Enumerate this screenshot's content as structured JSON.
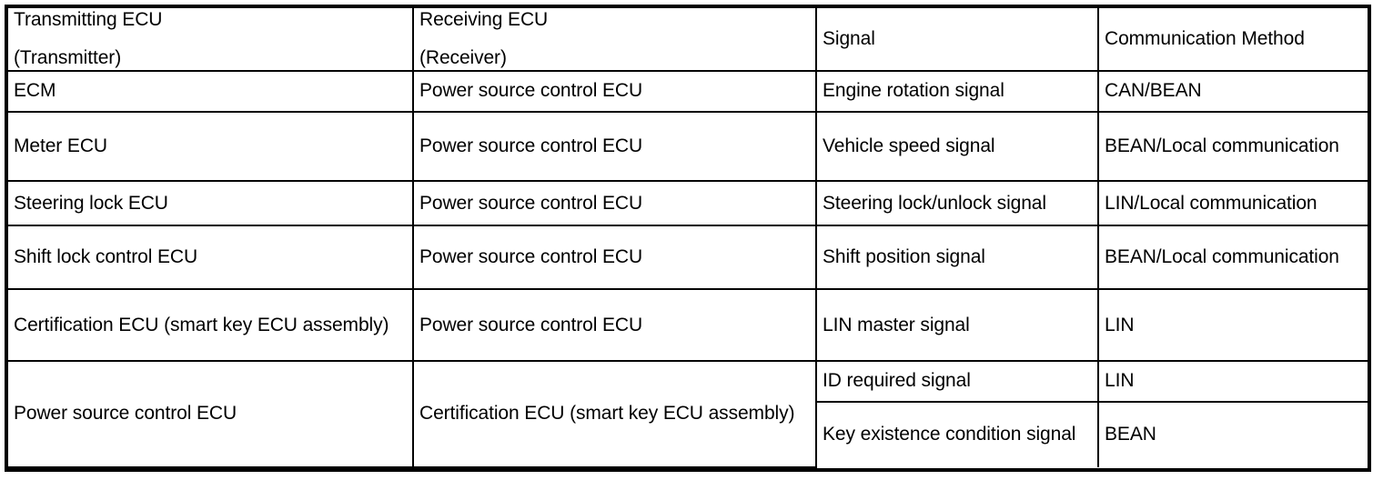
{
  "table": {
    "columns": [
      {
        "key": "transmitting_ecu",
        "line1": "Transmitting ECU",
        "line2": "(Transmitter)"
      },
      {
        "key": "receiving_ecu",
        "line1": "Receiving ECU",
        "line2": "(Receiver)"
      },
      {
        "key": "signal",
        "line1": "Signal",
        "line2": ""
      },
      {
        "key": "communication_method",
        "line1": "Communication Method",
        "line2": ""
      }
    ],
    "rows": [
      {
        "transmitting_ecu": "ECM",
        "receiving_ecu": "Power source control ECU",
        "signal": "Engine rotation signal",
        "communication_method": "CAN/BEAN"
      },
      {
        "transmitting_ecu": "Meter ECU",
        "receiving_ecu": "Power source control ECU",
        "signal": "Vehicle speed signal",
        "communication_method": "BEAN/Local communication"
      },
      {
        "transmitting_ecu": "Steering lock ECU",
        "receiving_ecu": "Power source control ECU",
        "signal": "Steering lock/unlock signal",
        "communication_method": "LIN/Local communication"
      },
      {
        "transmitting_ecu": "Shift lock control ECU",
        "receiving_ecu": "Power source control ECU",
        "signal": "Shift position signal",
        "communication_method": "BEAN/Local communication"
      },
      {
        "transmitting_ecu": "Certification ECU (smart key ECU assembly)",
        "receiving_ecu": "Power source control ECU",
        "signal": "LIN master signal",
        "communication_method": "LIN"
      },
      {
        "transmitting_ecu": "Power source control ECU",
        "receiving_ecu": "Certification ECU (smart key ECU assembly)",
        "signal": "ID required signal",
        "communication_method": "LIN"
      },
      {
        "transmitting_ecu": "",
        "receiving_ecu": "",
        "signal": "Key existence condition signal",
        "communication_method": "BEAN"
      }
    ]
  }
}
